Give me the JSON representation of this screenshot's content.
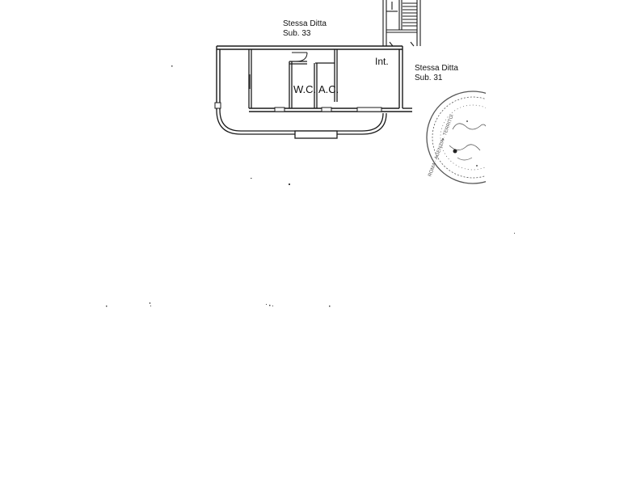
{
  "labels": {
    "north_owner": "Stessa Ditta",
    "north_sub": "Sub. 33",
    "east_owner": "Stessa Ditta",
    "east_sub": "Sub. 31",
    "wc": "W.C.",
    "ac": "A.C.",
    "int": "Int."
  },
  "stamp": {
    "text": "ROMA · AGENZIA · TERRITORIO"
  },
  "colors": {
    "line": "#1a1a1a",
    "background": "#ffffff",
    "stamp": "#555555"
  }
}
